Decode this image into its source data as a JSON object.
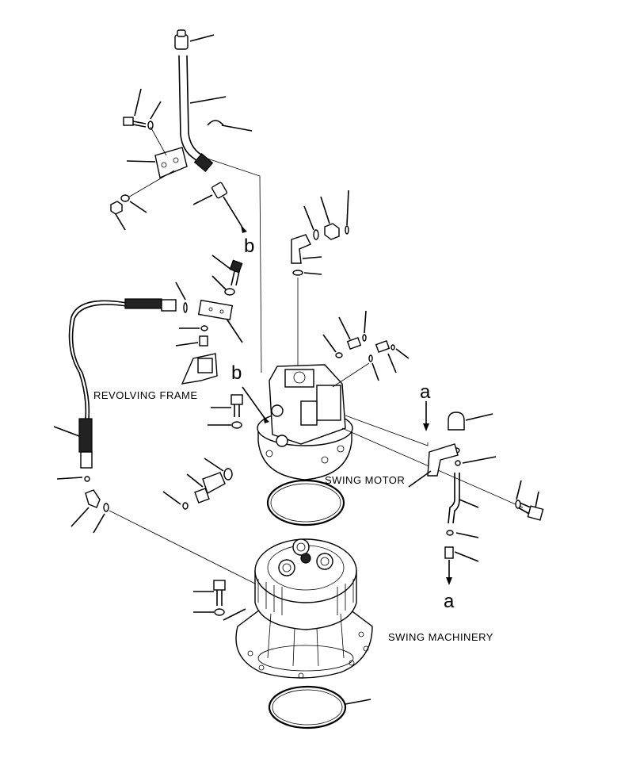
{
  "labels": {
    "revolving_frame": "REVOLVING FRAME",
    "swing_motor": "SWING MOTOR",
    "swing_machinery": "SWING MACHINERY"
  },
  "refs": {
    "b_top": "b",
    "b_mid": "b",
    "a_top": "a",
    "a_bottom": "a"
  },
  "colors": {
    "ink": "#000000",
    "paper": "#ffffff"
  }
}
